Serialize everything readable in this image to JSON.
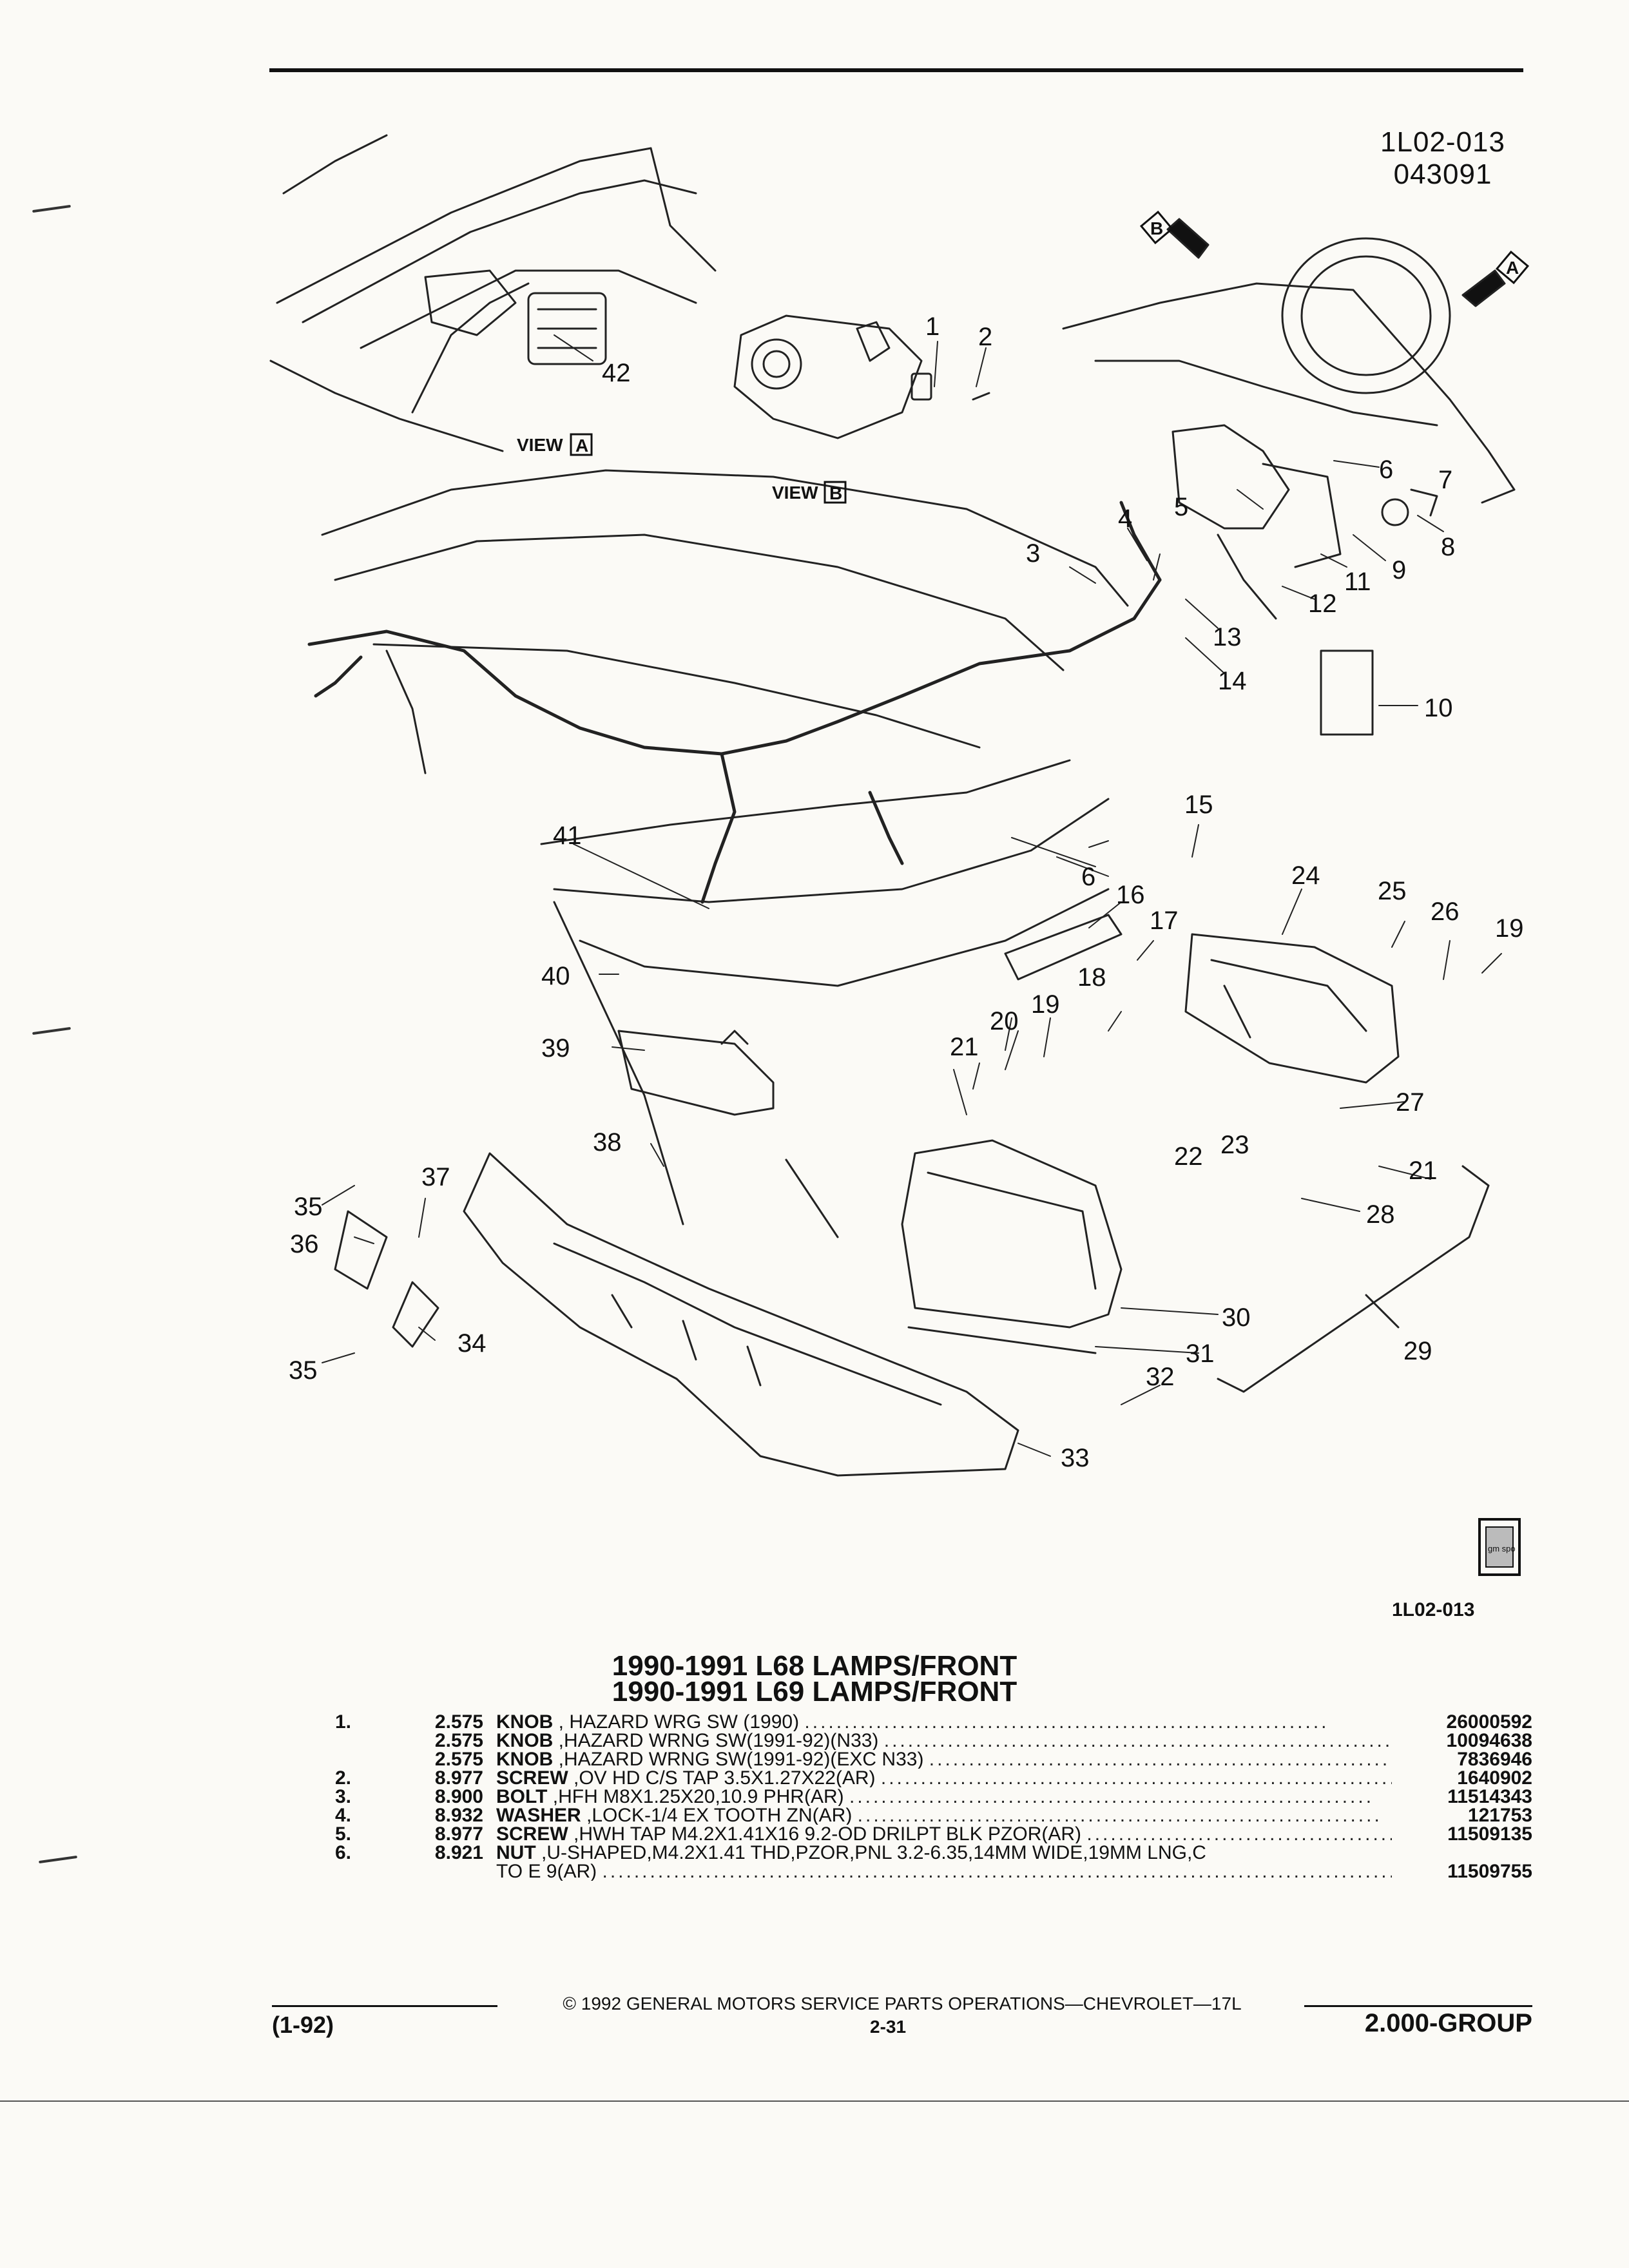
{
  "header": {
    "doc_id": "1L02-013",
    "doc_date": "043091"
  },
  "diagram": {
    "view_a_label": "VIEW",
    "view_a_letter": "A",
    "view_b_label": "VIEW",
    "view_b_letter": "B",
    "arrow_b_letter": "B",
    "arrow_a_letter": "A",
    "logo_text": "gm spo",
    "callouts": [
      "1",
      "2",
      "3",
      "4",
      "5",
      "6",
      "6",
      "7",
      "8",
      "9",
      "10",
      "11",
      "12",
      "13",
      "14",
      "15",
      "16",
      "17",
      "18",
      "19",
      "19",
      "20",
      "21",
      "21",
      "22",
      "23",
      "24",
      "25",
      "26",
      "27",
      "28",
      "29",
      "30",
      "31",
      "32",
      "33",
      "34",
      "35",
      "35",
      "36",
      "37",
      "38",
      "39",
      "40",
      "41",
      "42"
    ]
  },
  "figure_ref": "1L02-013",
  "titles": [
    "1990-1991 L68 LAMPS/FRONT",
    "1990-1991 L69 LAMPS/FRONT"
  ],
  "parts": [
    {
      "num": "1.",
      "qty": "2.575",
      "name": "KNOB",
      "detail": " , HAZARD WRG SW (1990)",
      "pn": "26000592"
    },
    {
      "num": "",
      "qty": "2.575",
      "name": "KNOB",
      "detail": " ,HAZARD WRNG SW(1991-92)(N33)",
      "pn": "10094638"
    },
    {
      "num": "",
      "qty": "2.575",
      "name": "KNOB",
      "detail": " ,HAZARD WRNG SW(1991-92)(EXC N33)",
      "pn": "7836946"
    },
    {
      "num": "2.",
      "qty": "8.977",
      "name": "SCREW",
      "detail": " ,OV HD C/S TAP 3.5X1.27X22(AR)",
      "pn": "1640902"
    },
    {
      "num": "3.",
      "qty": "8.900",
      "name": "BOLT",
      "detail": " ,HFH M8X1.25X20,10.9 PHR(AR)",
      "pn": "11514343"
    },
    {
      "num": "4.",
      "qty": "8.932",
      "name": "WASHER",
      "detail": " ,LOCK-1/4 EX TOOTH ZN(AR)",
      "pn": "121753"
    },
    {
      "num": "5.",
      "qty": "8.977",
      "name": "SCREW",
      "detail": " ,HWH TAP M4.2X1.41X16 9.2-OD DRILPT BLK PZOR(AR)",
      "pn": "11509135"
    },
    {
      "num": "6.",
      "qty": "8.921",
      "name": "NUT",
      "detail": " ,U-SHAPED,M4.2X1.41 THD,PZOR,PNL 3.2-6.35,14MM WIDE,19MM LNG,C",
      "pn": ""
    },
    {
      "num": "",
      "qty": "",
      "name": "",
      "detail": "TO E 9(AR)",
      "pn": "11509755"
    }
  ],
  "footer": {
    "copyright": "© 1992 GENERAL MOTORS SERVICE PARTS OPERATIONS—CHEVROLET—17L",
    "date_code": "(1-92)",
    "page": "2-31",
    "group": "2.000-GROUP"
  }
}
